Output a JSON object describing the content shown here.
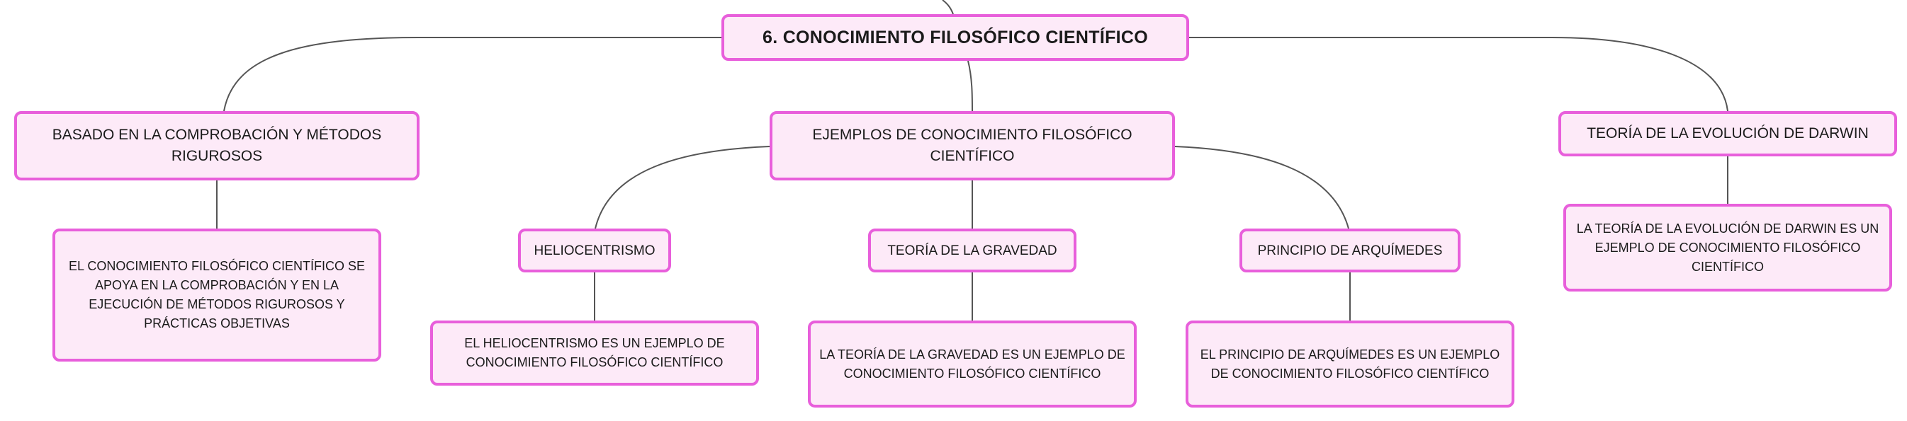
{
  "root": {
    "label": "6. CONOCIMIENTO FILOSÓFICO CIENTÍFICO"
  },
  "branches": {
    "basado": {
      "label": "BASADO EN LA COMPROBACIÓN Y MÉTODOS RIGUROSOS",
      "detail": "EL CONOCIMIENTO FILOSÓFICO CIENTÍFICO SE APOYA EN LA COMPROBACIÓN Y EN LA EJECUCIÓN DE MÉTODOS RIGUROSOS Y PRÁCTICAS OBJETIVAS"
    },
    "ejemplos": {
      "label": "EJEMPLOS DE CONOCIMIENTO FILOSÓFICO CIENTÍFICO",
      "children": [
        {
          "label": "HELIOCENTRISMO",
          "detail": "EL HELIOCENTRISMO ES UN EJEMPLO DE CONOCIMIENTO FILOSÓFICO CIENTÍFICO"
        },
        {
          "label": "TEORÍA DE LA GRAVEDAD",
          "detail": "LA TEORÍA DE LA GRAVEDAD ES UN EJEMPLO DE CONOCIMIENTO FILOSÓFICO CIENTÍFICO"
        },
        {
          "label": "PRINCIPIO DE ARQUÍMEDES",
          "detail": "EL PRINCIPIO DE ARQUÍMEDES ES UN EJEMPLO DE CONOCIMIENTO FILOSÓFICO CIENTÍFICO"
        }
      ]
    },
    "darwin": {
      "label": "TEORÍA DE LA EVOLUCIÓN DE DARWIN",
      "detail": "LA TEORÍA DE LA EVOLUCIÓN DE DARWIN ES UN EJEMPLO DE CONOCIMIENTO FILOSÓFICO CIENTÍFICO"
    }
  },
  "colors": {
    "node_fill": "#fdeaf8",
    "node_border": "#e85fdb",
    "connector": "#555555"
  }
}
